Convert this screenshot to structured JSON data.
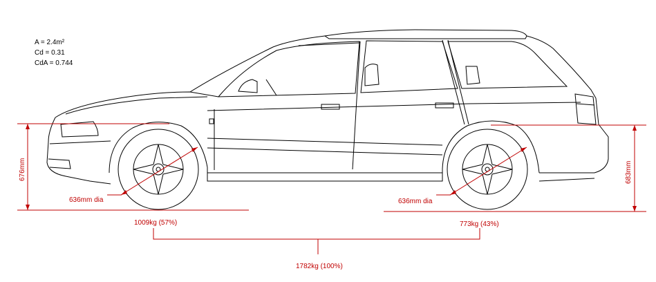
{
  "specs": {
    "area": "A = 2.4m²",
    "drag_coefficient": "Cd = 0.31",
    "drag_area": "CdA = 0.744"
  },
  "dimensions": {
    "front_height": "676mm",
    "rear_height": "683mm",
    "front_wheel_dia": "636mm dia",
    "rear_wheel_dia": "636mm dia",
    "front_weight": "1009kg (57%)",
    "rear_weight": "773kg (43%)",
    "total_weight": "1782kg (100%)"
  },
  "colors": {
    "outline": "#000000",
    "dimension": "#c00000"
  }
}
